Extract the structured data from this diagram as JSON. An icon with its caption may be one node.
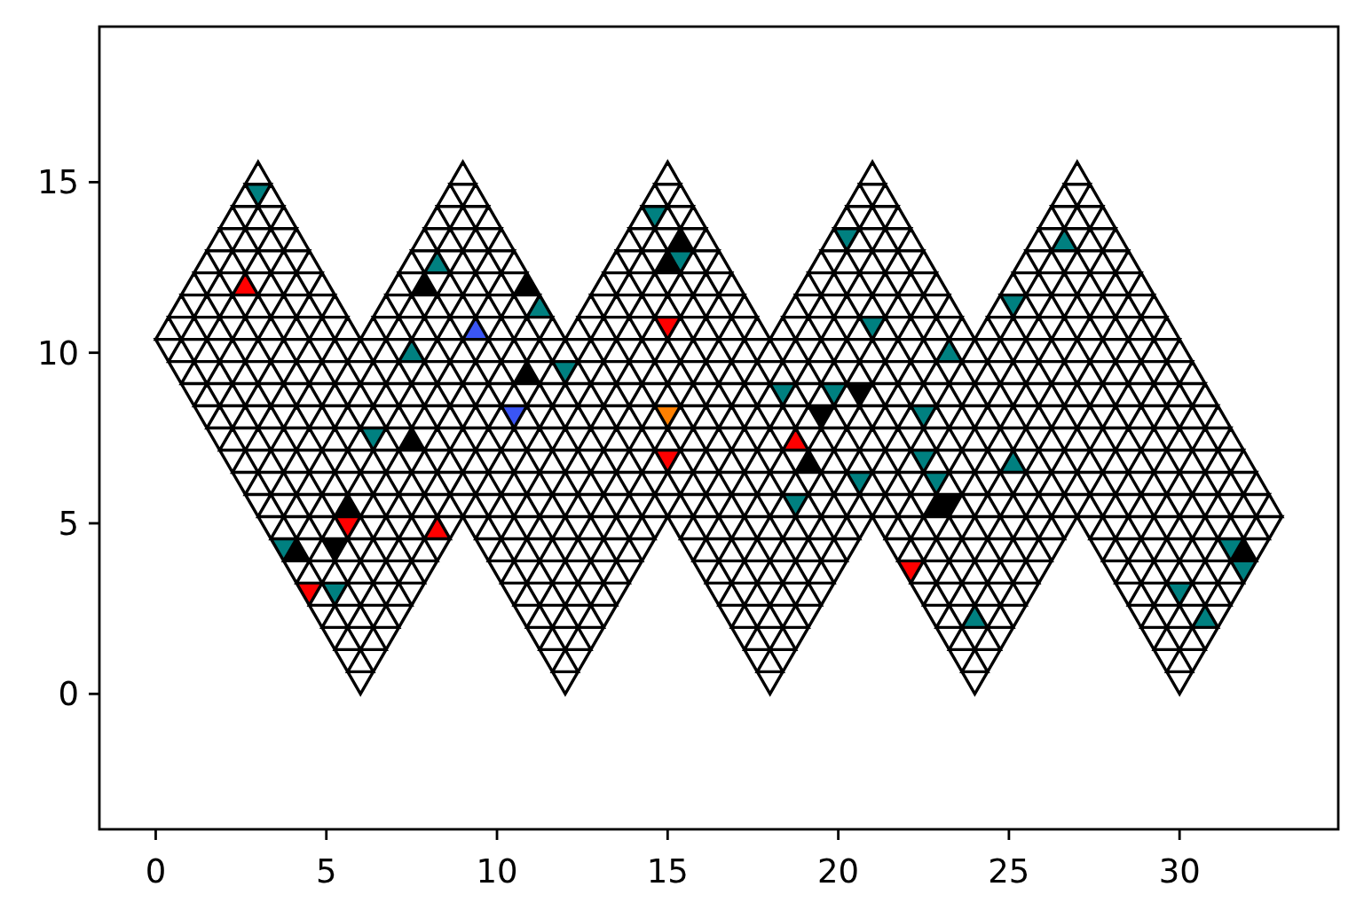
{
  "diagram": {
    "chart_data": {
      "type": "scatter",
      "xlim": [
        -1.65,
        34.65
      ],
      "ylim": [
        -3.97,
        19.56
      ],
      "xticks": [
        {
          "value": 0,
          "label": "0"
        },
        {
          "value": 5,
          "label": "5"
        },
        {
          "value": 10,
          "label": "10"
        },
        {
          "value": 15,
          "label": "15"
        },
        {
          "value": 20,
          "label": "20"
        },
        {
          "value": 25,
          "label": "25"
        },
        {
          "value": 30,
          "label": "30"
        }
      ],
      "yticks": [
        {
          "value": 0,
          "label": "0"
        },
        {
          "value": 5,
          "label": "5"
        },
        {
          "value": 10,
          "label": "10"
        },
        {
          "value": 15,
          "label": "15"
        }
      ],
      "series": [
        {
          "color": "#008080",
          "x": [
            3,
            8.25,
            11.25,
            7.5,
            6.375,
            3.75,
            5.25,
            14.625,
            15.375,
            20.25,
            21,
            12,
            18.375,
            19.875,
            26.625,
            25.125,
            23.25,
            22.5,
            20.625,
            18.75,
            22.5,
            25.125,
            22.875,
            24,
            31.5,
            31.875,
            30,
            30.75
          ],
          "values": [
            14.72,
            12.56,
            11.26,
            9.96,
            7.58,
            4.33,
            3.03,
            14.07,
            12.77,
            13.42,
            10.83,
            9.53,
            8.88,
            8.88,
            13.21,
            11.48,
            9.96,
            8.23,
            6.28,
            5.63,
            6.93,
            6.71,
            6.28,
            2.17,
            4.33,
            3.68,
            3.03,
            2.17
          ]
        },
        {
          "color": "#ff0000",
          "x": [
            2.625,
            5.625,
            8.25,
            4.5,
            15,
            15,
            18.75,
            22.125
          ],
          "values": [
            11.91,
            4.98,
            4.76,
            3.03,
            10.83,
            6.93,
            7.36,
            3.68
          ]
        },
        {
          "color": "#000000",
          "x": [
            7.875,
            10.875,
            10.875,
            7.5,
            5.625,
            4.125,
            5.25,
            15.375,
            15,
            20.625,
            19.5,
            19.125,
            22.875,
            23.25,
            31.875
          ],
          "values": [
            11.91,
            11.91,
            9.31,
            7.36,
            5.41,
            4.11,
            4.33,
            13.21,
            12.56,
            8.88,
            8.23,
            6.71,
            5.41,
            5.63,
            4.11
          ]
        },
        {
          "color": "#3a55f5",
          "x": [
            9.375,
            10.5
          ],
          "values": [
            10.61,
            8.23
          ]
        },
        {
          "color": "#ff8000",
          "x": [
            15
          ],
          "values": [
            8.23
          ]
        }
      ]
    }
  }
}
